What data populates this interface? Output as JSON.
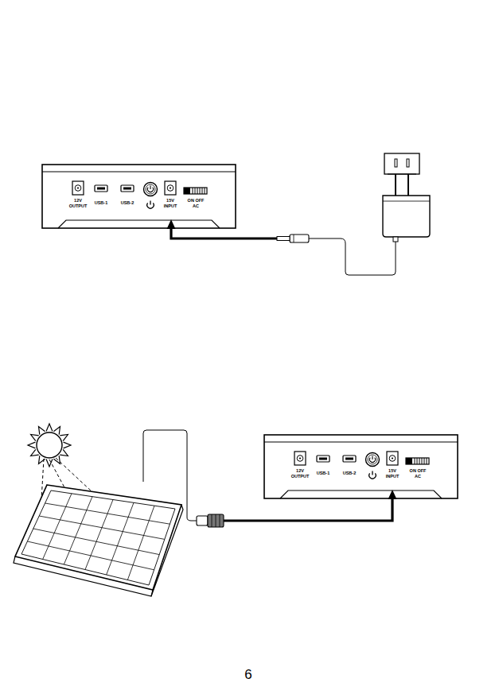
{
  "diagram": {
    "labels": [
      "12V OUTPUT",
      "USB-1",
      "USB-2",
      "15V INPUT",
      "ON OFF AC",
      "12V OUTPUT",
      "USB-1",
      "USB-2",
      "15V INPUT",
      "ON OFF AC",
      "6"
    ]
  }
}
